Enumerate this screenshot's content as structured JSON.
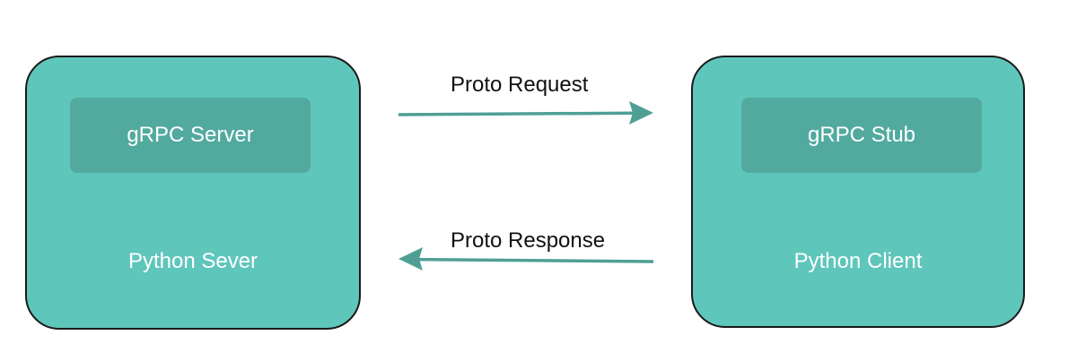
{
  "colors": {
    "node_fill": "#5fc6bc",
    "inner_fill": "#52aa9f",
    "arrow": "#4f9f95",
    "border": "#1a1a1a"
  },
  "server": {
    "component": "gRPC Server",
    "label": "Python Sever"
  },
  "client": {
    "component": "gRPC Stub",
    "label": "Python Client"
  },
  "edges": {
    "request": "Proto Request",
    "response": "Proto Response"
  }
}
